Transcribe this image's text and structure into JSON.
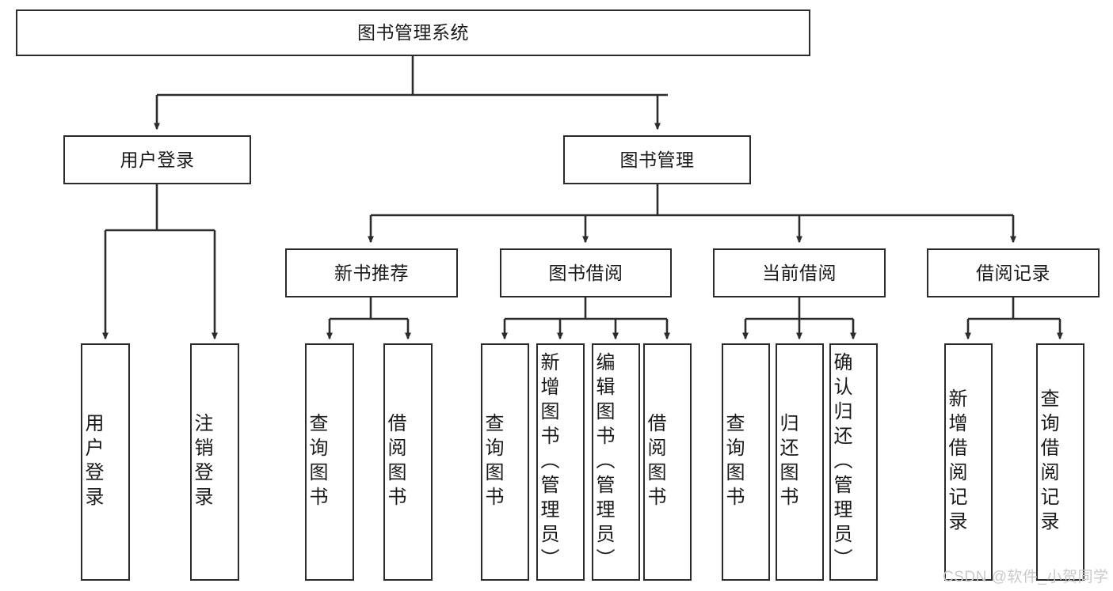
{
  "diagram": {
    "title": "图书管理系统",
    "type": "tree-hierarchy",
    "colors": {
      "box_border": "#2b2b2b",
      "box_fill": "#ffffff",
      "connector": "#2b2b2b",
      "text": "#1a1a1a",
      "watermark": "#c9c9c9",
      "background": "#ffffff"
    }
  },
  "nodes": {
    "root": {
      "label": "图书管理系统"
    },
    "level2": [
      {
        "label": "用户登录"
      },
      {
        "label": "图书管理"
      }
    ],
    "level3": [
      {
        "label": "新书推荐"
      },
      {
        "label": "图书借阅"
      },
      {
        "label": "当前借阅"
      },
      {
        "label": "借阅记录"
      }
    ],
    "leaves": {
      "user_login": [
        {
          "label": "用户登录"
        },
        {
          "label": "注销登录"
        }
      ],
      "new_book": [
        {
          "label": "查询图书"
        },
        {
          "label": "借阅图书"
        }
      ],
      "book_borrow": [
        {
          "label": "查询图书"
        },
        {
          "label": "新增图书（管理员）"
        },
        {
          "label": "编辑图书（管理员）"
        },
        {
          "label": "借阅图书"
        }
      ],
      "current_borrow": [
        {
          "label": "查询图书"
        },
        {
          "label": "归还图书"
        },
        {
          "label": "确认归还（管理员）"
        }
      ],
      "borrow_record": [
        {
          "label": "新增借阅记录"
        },
        {
          "label": "查询借阅记录"
        }
      ]
    }
  },
  "watermark": {
    "text": "CSDN @软件_小贺同学"
  }
}
